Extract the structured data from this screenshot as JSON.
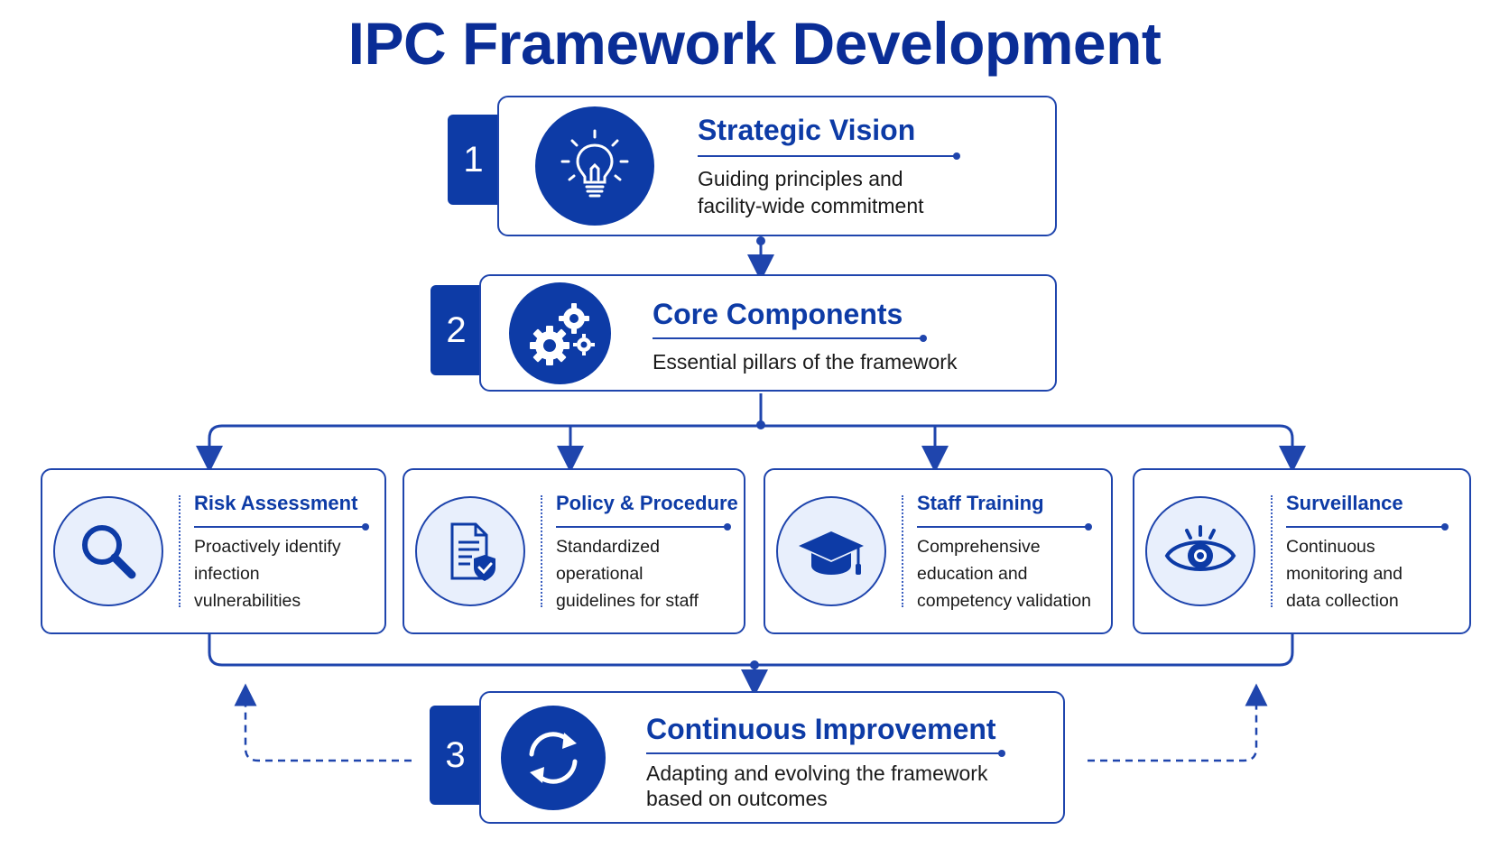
{
  "title": "IPC Framework Development",
  "steps": [
    {
      "number": "1",
      "title": "Strategic Vision",
      "description_lines": [
        "Guiding principles and",
        "facility-wide commitment"
      ],
      "icon": "lightbulb-icon"
    },
    {
      "number": "2",
      "title": "Core Components",
      "description_lines": [
        "Essential pillars of the framework"
      ],
      "icon": "gears-icon"
    },
    {
      "number": "3",
      "title": "Continuous Improvement",
      "description_lines": [
        "Adapting and evolving the framework",
        "based on outcomes"
      ],
      "icon": "refresh-cycle-icon"
    }
  ],
  "pillars": [
    {
      "title": "Risk Assessment",
      "description_lines": [
        "Proactively identify",
        "infection",
        "vulnerabilities"
      ],
      "icon": "magnifying-glass-icon"
    },
    {
      "title": "Policy & Procedure",
      "description_lines": [
        "Standardized",
        "operational",
        "guidelines for staff"
      ],
      "icon": "document-shield-icon"
    },
    {
      "title": "Staff Training",
      "description_lines": [
        "Comprehensive",
        "education and",
        "competency validation"
      ],
      "icon": "graduation-cap-icon"
    },
    {
      "title": "Surveillance",
      "description_lines": [
        "Continuous",
        "monitoring and",
        "data collection"
      ],
      "icon": "eye-icon"
    }
  ],
  "colors": {
    "primary": "#0d3ba6",
    "border": "#1f45ad",
    "title": "#0a2d96",
    "icon_bg_light": "#e8effc"
  }
}
